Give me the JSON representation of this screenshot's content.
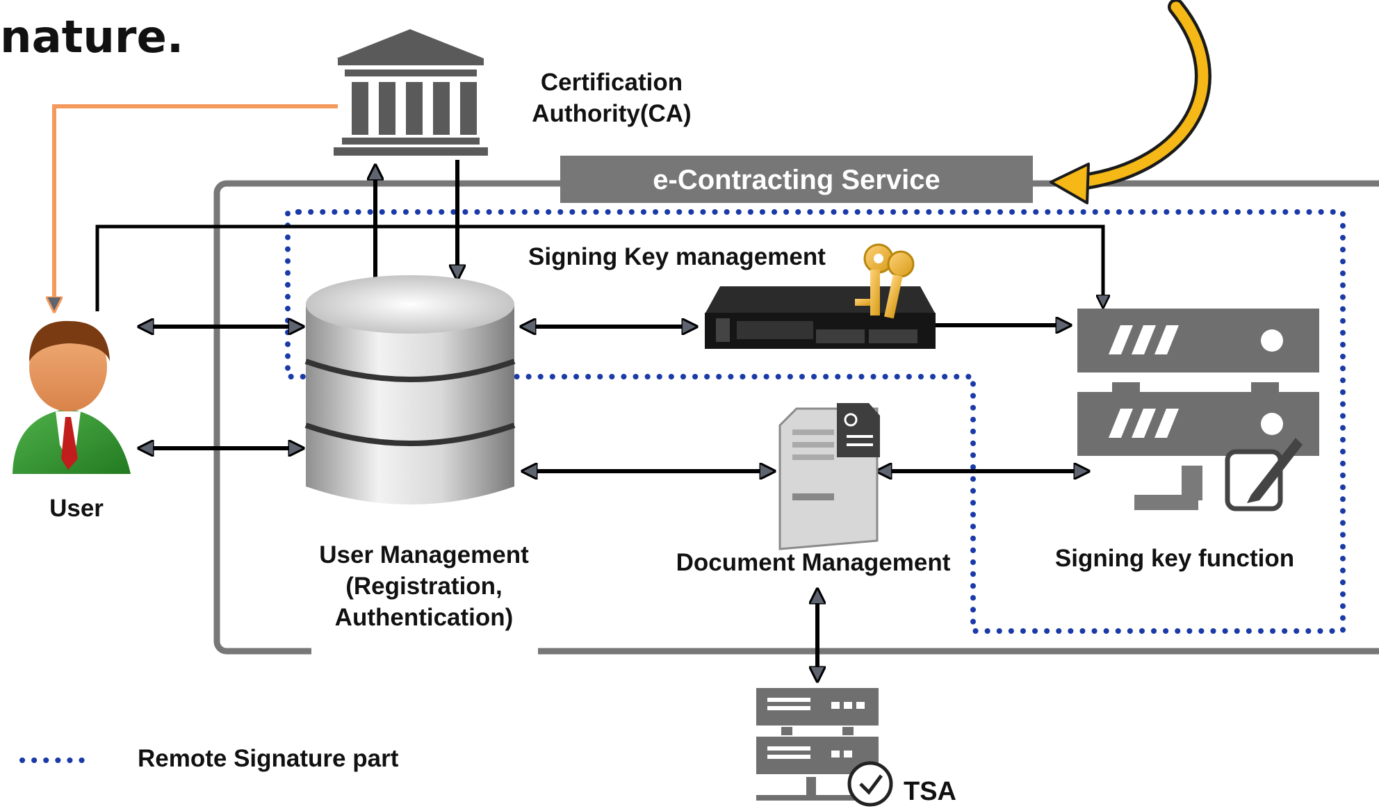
{
  "title": "nature.",
  "colors": {
    "service_bar": "#777777",
    "remote_dotted": "#1a3aa8",
    "user_link": "#f4995c",
    "arrow_fill": "#5e6470",
    "curved_arrow": "#f5b817"
  },
  "labels": {
    "ca": "Certification Authority(CA)",
    "service": "e-Contracting Service",
    "signing_key_management": "Signing Key management",
    "user": "User",
    "user_management": "User Management (Registration, Authentication)",
    "document_management": "Document Management",
    "signing_key_function": "Signing key function",
    "tsa": "TSA"
  },
  "legend": {
    "remote_signature": "Remote Signature part"
  },
  "icons": [
    "bank-icon",
    "user-avatar-icon",
    "database-icon",
    "keys-icon",
    "rack-server-icon",
    "document-server-icon",
    "signing-server-icon",
    "tsa-server-icon",
    "clock-icon",
    "pen-document-icon",
    "curved-arrow-icon"
  ]
}
